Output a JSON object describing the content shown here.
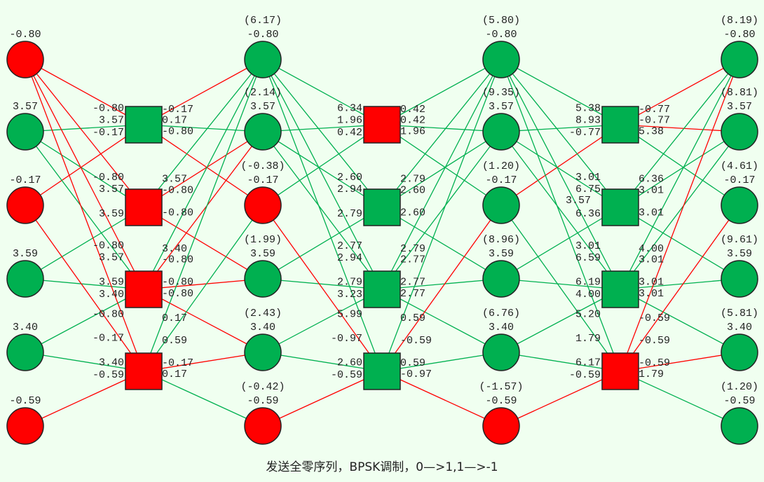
{
  "colors": {
    "positive": "#00b050",
    "negative": "#ff0000",
    "background": "#f0fff0",
    "outline": "#222222"
  },
  "parity_check_matrix": [
    [
      1,
      1,
      1,
      0,
      0,
      0
    ],
    [
      1,
      1,
      0,
      1,
      0,
      0
    ],
    [
      1,
      1,
      0,
      1,
      1,
      0
    ],
    [
      1,
      0,
      1,
      0,
      1,
      1
    ]
  ],
  "variable_columns": [
    {
      "channel": [
        "-0.80",
        "3.57",
        "-0.17",
        "3.59",
        "3.40",
        "-0.59"
      ],
      "totals": null
    },
    {
      "channel": [
        "-0.80",
        "3.57",
        "-0.17",
        "3.59",
        "3.40",
        "-0.59"
      ],
      "totals": [
        "(6.17)",
        "(2.14)",
        "(-0.38)",
        "(1.99)",
        "(2.43)",
        "(-0.42)"
      ]
    },
    {
      "channel": [
        "-0.80",
        "3.57",
        "-0.17",
        "3.59",
        "3.40",
        "-0.59"
      ],
      "totals": [
        "(5.80)",
        "(9.35)",
        "(1.20)",
        "(8.96)",
        "(6.76)",
        "(-1.57)"
      ]
    },
    {
      "channel": [
        "-0.80",
        "3.57",
        "-0.17",
        "3.59",
        "3.40",
        "-0.59"
      ],
      "totals": [
        "(8.19)",
        "(8.81)",
        "(4.61)",
        "(9.61)",
        "(5.81)",
        "(1.20)"
      ]
    }
  ],
  "iterations": [
    {
      "var_to_check": [
        [
          "-0.80",
          "3.57",
          "-0.17"
        ],
        [
          "-0.80",
          "3.57",
          "3.59"
        ],
        [
          "-0.80",
          "3.57",
          "3.59",
          "3.40"
        ],
        [
          "-0.80",
          "-0.17",
          "3.40",
          "-0.59"
        ]
      ],
      "check_to_var": [
        [
          "-0.17",
          "0.17",
          "-0.80"
        ],
        [
          "3.57",
          "-0.80",
          "-0.80"
        ],
        [
          "3.40",
          "-0.80",
          "-0.80",
          "-0.80"
        ],
        [
          "0.17",
          "0.59",
          "-0.17",
          "0.17"
        ]
      ]
    },
    {
      "var_to_check": [
        [
          "6.34",
          "1.96",
          "0.42"
        ],
        [
          "2.60",
          "2.94",
          "2.79"
        ],
        [
          "2.77",
          "2.94",
          "2.79",
          "3.23"
        ],
        [
          "5.99",
          "-0.97",
          "2.60",
          "-0.59"
        ]
      ],
      "check_to_var": [
        [
          "0.42",
          "0.42",
          "1.96"
        ],
        [
          "2.79",
          "2.60",
          "2.60"
        ],
        [
          "2.79",
          "2.77",
          "2.77",
          "2.77"
        ],
        [
          "0.59",
          "-0.59",
          "0.59",
          "-0.97"
        ]
      ]
    },
    {
      "var_to_check": [
        [
          "5.38",
          "8.93",
          "-0.77"
        ],
        [
          "3.01",
          "6.75",
          "6.36"
        ],
        [
          "3.01",
          "6.59",
          "6.19",
          "4.00"
        ],
        [
          "5.20",
          "1.79",
          "6.17",
          "-0.59"
        ]
      ],
      "check_to_var": [
        [
          "-0.77",
          "-0.77",
          "5.38"
        ],
        [
          "6.36",
          "3.01",
          "3.01"
        ],
        [
          "4.00",
          "3.01",
          "3.01",
          "3.01"
        ],
        [
          "-0.59",
          "-0.59",
          "-0.59",
          "1.79"
        ]
      ],
      "extra_label": "3.57"
    }
  ],
  "caption": "发送全零序列，BPSK调制，0—>1,1—>-1"
}
